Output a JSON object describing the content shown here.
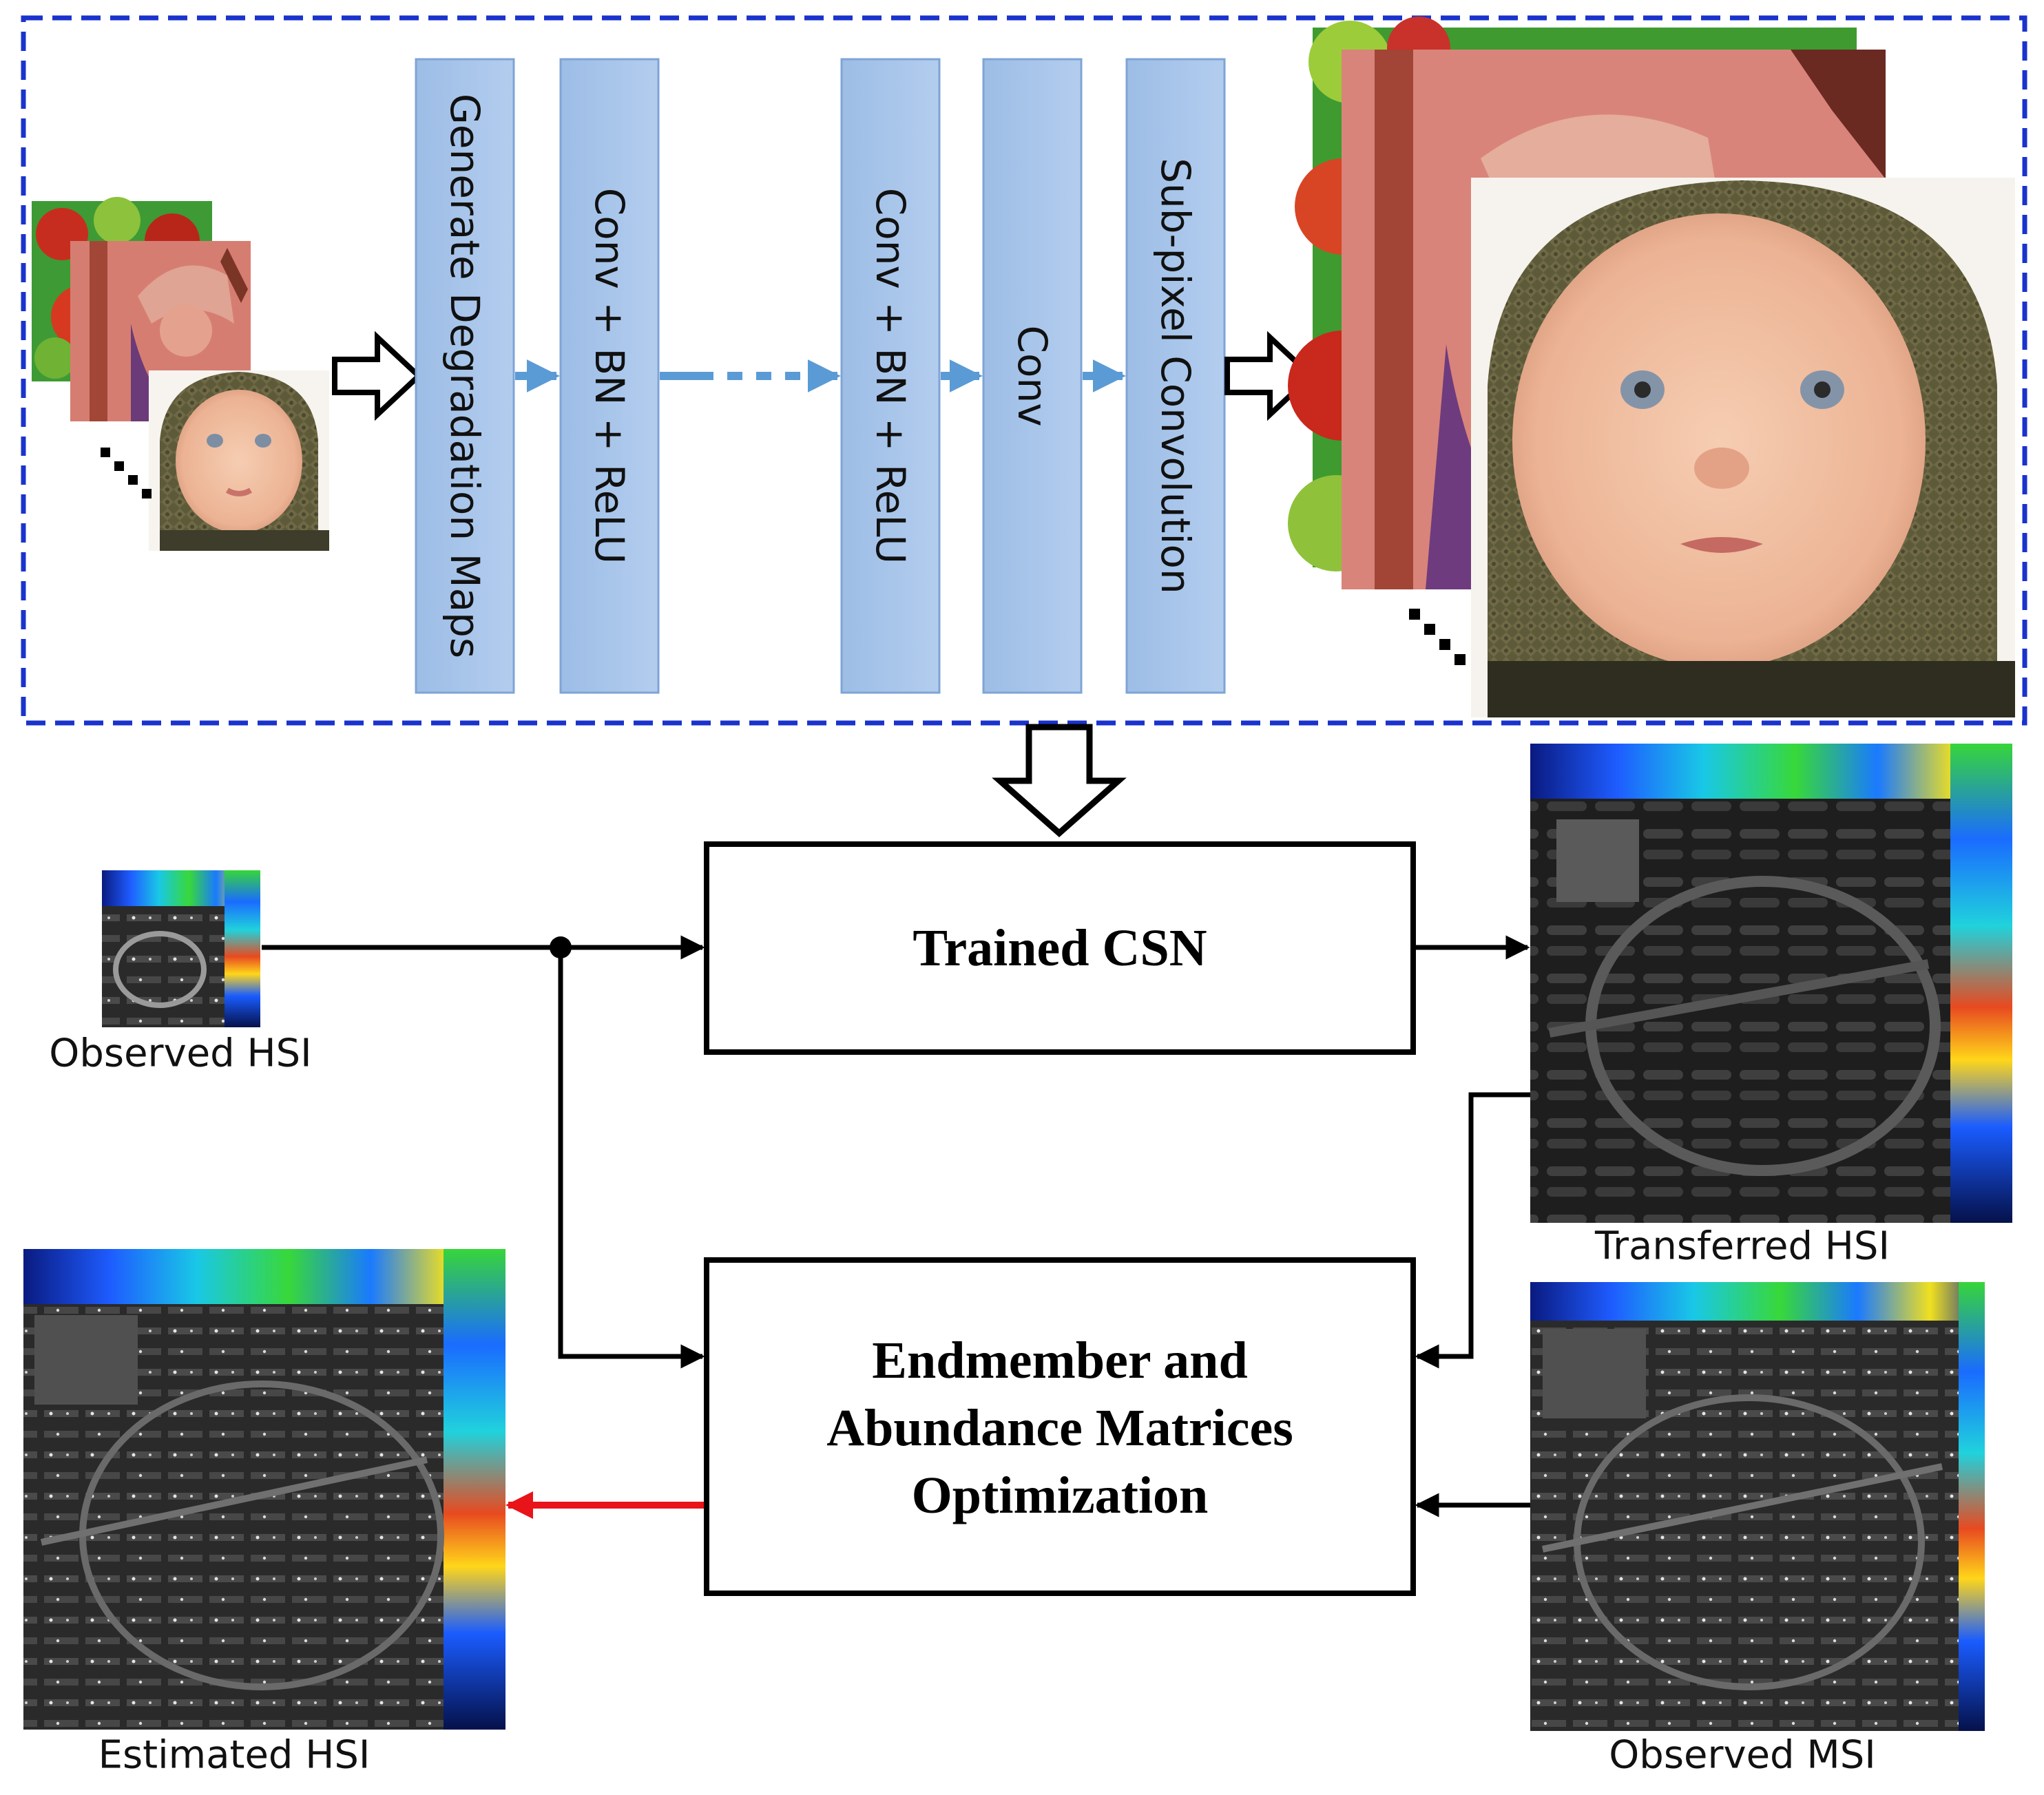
{
  "network": {
    "layers": [
      "Generate Degradation Maps",
      "Conv + BN + ReLU",
      "Conv + BN + ReLU",
      "Conv",
      "Sub-pixel Convolution"
    ]
  },
  "boxes": {
    "trained_csn": [
      "Trained CSN"
    ],
    "optimization": [
      "Endmember and",
      "Abundance Matrices",
      "Optimization"
    ]
  },
  "labels": {
    "observed_hsi": "Observed HSI",
    "transferred_hsi": "Transferred HSI",
    "estimated_hsi": "Estimated HSI",
    "observed_msi": "Observed MSI"
  },
  "colors": {
    "dashed_border": "#1a33cc",
    "layer_fill_top": "#a9c6ea",
    "layer_fill_bottom": "#8fb2e0",
    "flow_arrow_blue": "#5b9bd5",
    "output_arrow_red": "#e8141a"
  }
}
